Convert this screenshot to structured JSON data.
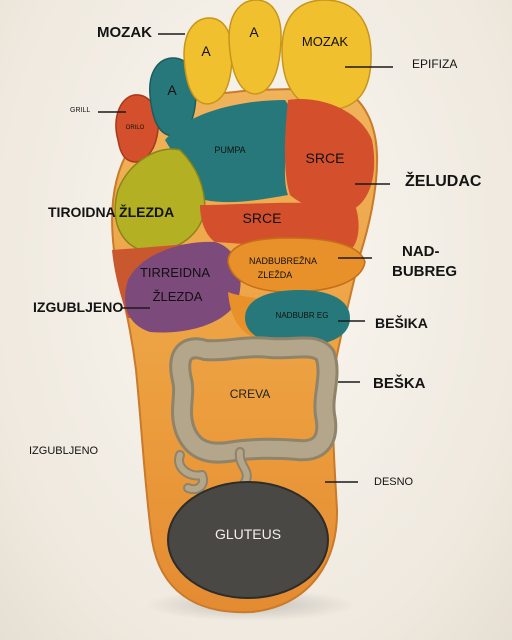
{
  "labels": {
    "left": {
      "mozak": "MOZAK",
      "grill": "GRILL",
      "tiroidna": "TIROIDNA ŽLEZDA",
      "izgubljeno1": "IZGUBLJENO",
      "izgubljeno2": "IZGUBLJENO"
    },
    "right": {
      "epifiza": "EPIFIZA",
      "zeludac": "ŽELUDAC",
      "nad": "NAD-",
      "bubreg": "BUBREG",
      "besika": "BEŠIKA",
      "beska": "BEŠKA",
      "desno": "DESNO"
    },
    "zones": {
      "toe_a1": "A",
      "toe_a2": "A",
      "toe_a3": "A",
      "big_toe": "MOZAK",
      "small_toe": "ORILO",
      "pumpa": "PUMPA",
      "srce1": "SRCE",
      "srce2": "SRCE",
      "tirreidna": "TIRREIDNA",
      "zlezda": "ŽLEZDA",
      "nadbub1": "NADBUBREŽNA",
      "nadbub2": "ZLEŽDA",
      "nadbubreg": "NADBUBR EG",
      "creva": "CREVA",
      "gluteus": "GLUTEUS"
    }
  },
  "colors": {
    "skin": "#e7a04a",
    "skin_light": "#f2c27a",
    "toe_yellow": "#f0c02e",
    "teal": "#27787b",
    "red_orange": "#d4502c",
    "olive": "#b4b024",
    "purple": "#7d4a7c",
    "orange": "#e8902a",
    "intestine": "#a79a7f",
    "gluteus": "#4a4844"
  }
}
